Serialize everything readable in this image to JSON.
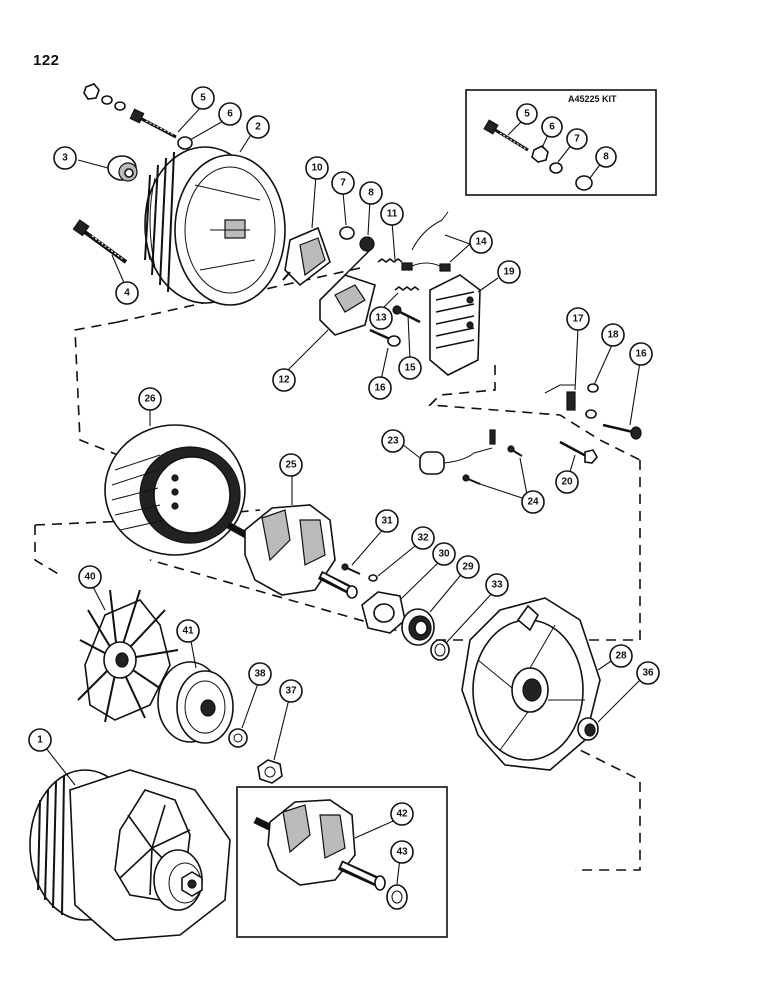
{
  "page": {
    "number": "122"
  },
  "kit": {
    "title": "A45225 KIT"
  },
  "callouts": {
    "c1": "1",
    "c2": "2",
    "c3": "3",
    "c4": "4",
    "c5": "5",
    "c6": "6",
    "c7": "7",
    "c8": "8",
    "c10": "10",
    "c11": "11",
    "c12": "12",
    "c13": "13",
    "c14": "14",
    "c15": "15",
    "c16a": "16",
    "c16b": "16",
    "c17": "17",
    "c18": "18",
    "c19": "19",
    "c20": "20",
    "c23": "23",
    "c24": "24",
    "c25": "25",
    "c26": "26",
    "c28": "28",
    "c29": "29",
    "c30": "30",
    "c31": "31",
    "c32": "32",
    "c33": "33",
    "c36": "36",
    "c37": "37",
    "c38": "38",
    "c40": "40",
    "c41": "41",
    "c42": "42",
    "c43": "43",
    "k5": "5",
    "k6": "6",
    "k7": "7",
    "k8": "8"
  }
}
